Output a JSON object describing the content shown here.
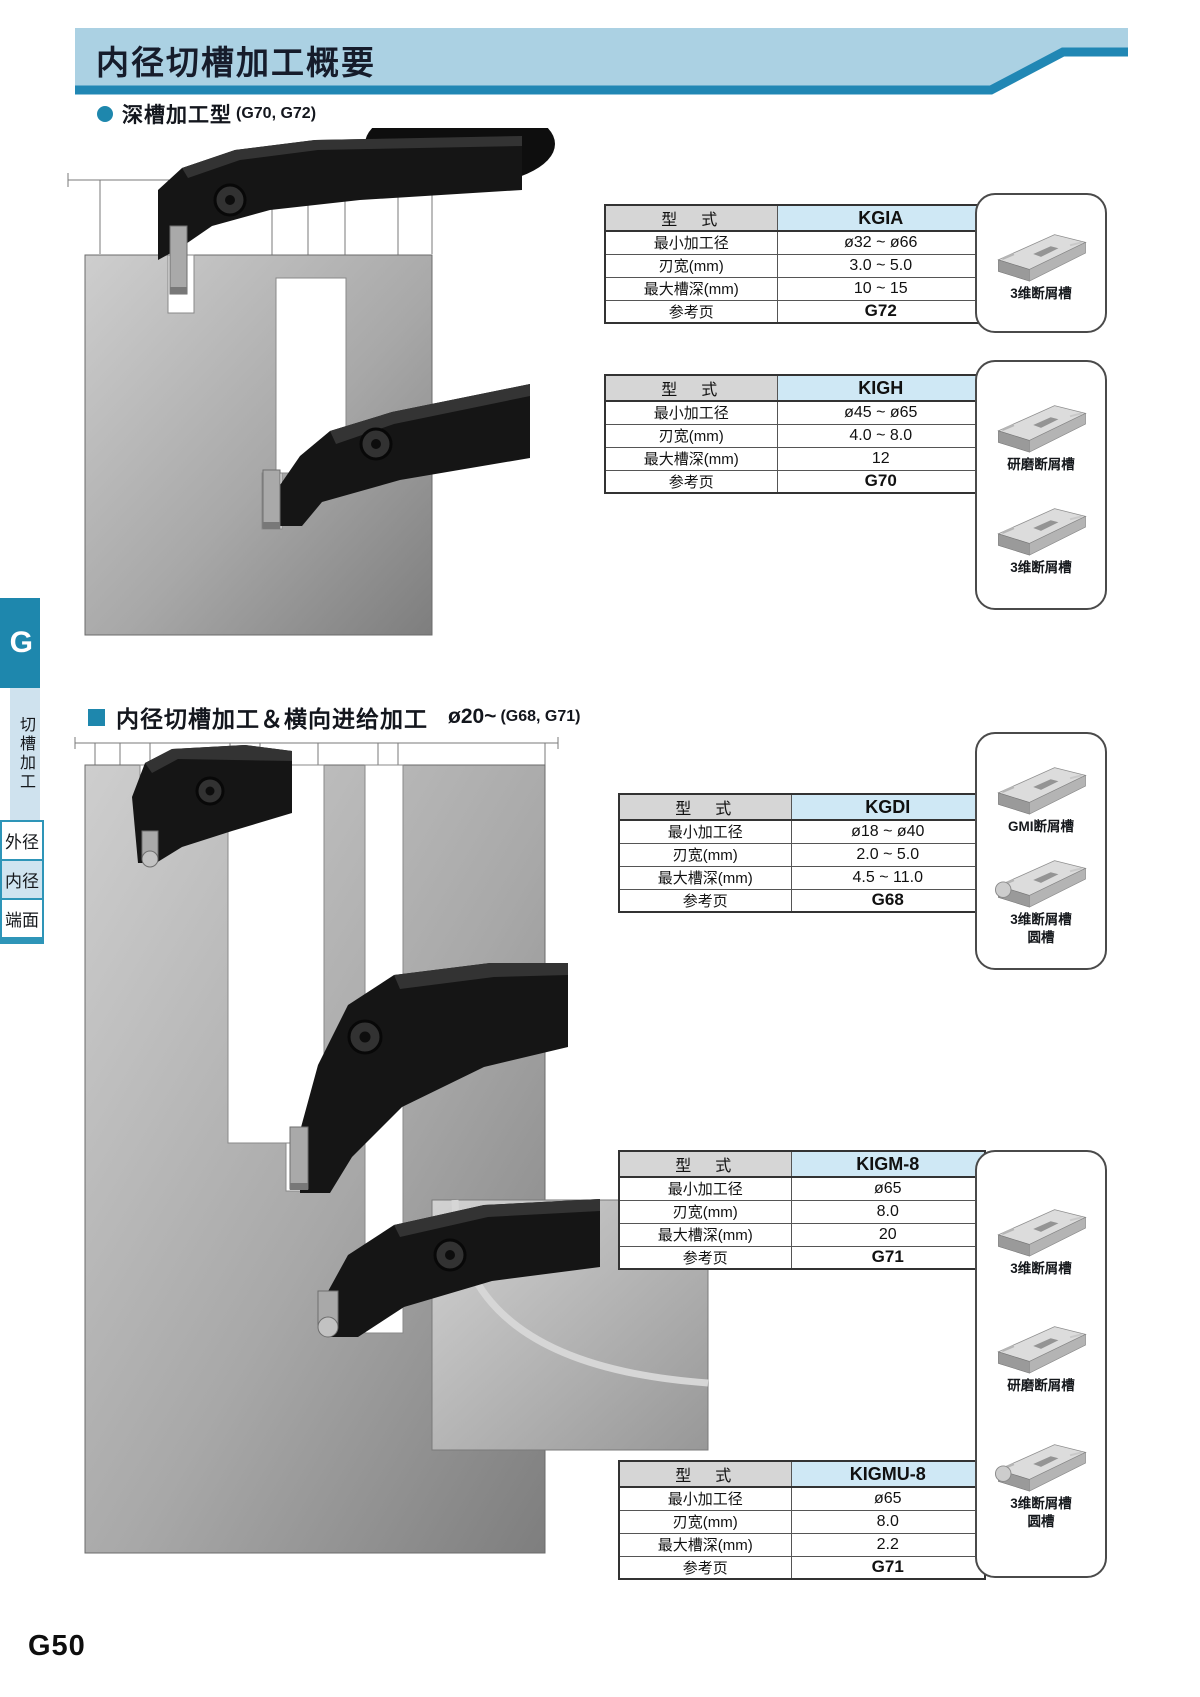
{
  "page": {
    "title": "内径切槽加工概要",
    "page_number": "G50"
  },
  "sidebar": {
    "letter": "G",
    "category": "切槽加工",
    "tabs": [
      {
        "label": "外径",
        "active": false
      },
      {
        "label": "内径",
        "active": true
      },
      {
        "label": "端面",
        "active": false
      }
    ]
  },
  "sections": {
    "s1": {
      "title": "深槽加工型",
      "suffix": "(G70, G72)"
    },
    "s2": {
      "title": "内径切槽加工＆横向进给加工",
      "size": "ø20~",
      "suffix": "(G68, G71)"
    }
  },
  "tables": {
    "kgia": {
      "type_label": "型　式",
      "model": "KGIA",
      "rows": [
        {
          "label": "最小加工径",
          "value": "ø32 ~ ø66"
        },
        {
          "label": "刃宽(mm)",
          "value": "3.0 ~ 5.0"
        },
        {
          "label": "最大槽深(mm)",
          "value": "10 ~ 15"
        },
        {
          "label": "参考页",
          "value": "G72"
        }
      ]
    },
    "kigh": {
      "type_label": "型　式",
      "model": "KIGH",
      "rows": [
        {
          "label": "最小加工径",
          "value": "ø45 ~ ø65"
        },
        {
          "label": "刃宽(mm)",
          "value": "4.0 ~ 8.0"
        },
        {
          "label": "最大槽深(mm)",
          "value": "12"
        },
        {
          "label": "参考页",
          "value": "G70"
        }
      ]
    },
    "kgdi": {
      "type_label": "型　式",
      "model": "KGDI",
      "rows": [
        {
          "label": "最小加工径",
          "value": "ø18 ~ ø40"
        },
        {
          "label": "刃宽(mm)",
          "value": "2.0 ~ 5.0"
        },
        {
          "label": "最大槽深(mm)",
          "value": "4.5 ~ 11.0"
        },
        {
          "label": "参考页",
          "value": "G68"
        }
      ]
    },
    "kigm8": {
      "type_label": "型　式",
      "model": "KIGM-8",
      "rows": [
        {
          "label": "最小加工径",
          "value": "ø65"
        },
        {
          "label": "刃宽(mm)",
          "value": "8.0"
        },
        {
          "label": "最大槽深(mm)",
          "value": "20"
        },
        {
          "label": "参考页",
          "value": "G71"
        }
      ]
    },
    "kigmu8": {
      "type_label": "型　式",
      "model": "KIGMU-8",
      "rows": [
        {
          "label": "最小加工径",
          "value": "ø65"
        },
        {
          "label": "刃宽(mm)",
          "value": "8.0"
        },
        {
          "label": "最大槽深(mm)",
          "value": "2.2"
        },
        {
          "label": "参考页",
          "value": "G71"
        }
      ]
    }
  },
  "insert_boxes": {
    "box1": {
      "items": [
        {
          "label": "3维断屑槽"
        }
      ]
    },
    "box2": {
      "items": [
        {
          "label": "研磨断屑槽"
        },
        {
          "label": "3维断屑槽"
        }
      ]
    },
    "box3": {
      "items": [
        {
          "label": "GMI断屑槽"
        },
        {
          "label": "3维断屑槽",
          "label2": "圆槽"
        }
      ]
    },
    "box4": {
      "items": [
        {
          "label": "3维断屑槽"
        },
        {
          "label": "研磨断屑槽"
        },
        {
          "label": "3维断屑槽",
          "label2": "圆槽"
        }
      ]
    }
  },
  "colors": {
    "accent_teal": "#1e87ad",
    "header_band": "#abd1e3",
    "header_stripe": "#2187b4",
    "model_cell_bg": "#cfe8f5",
    "type_cell_bg": "#d6d6d6",
    "active_tab_bg": "#cfe4f0"
  }
}
